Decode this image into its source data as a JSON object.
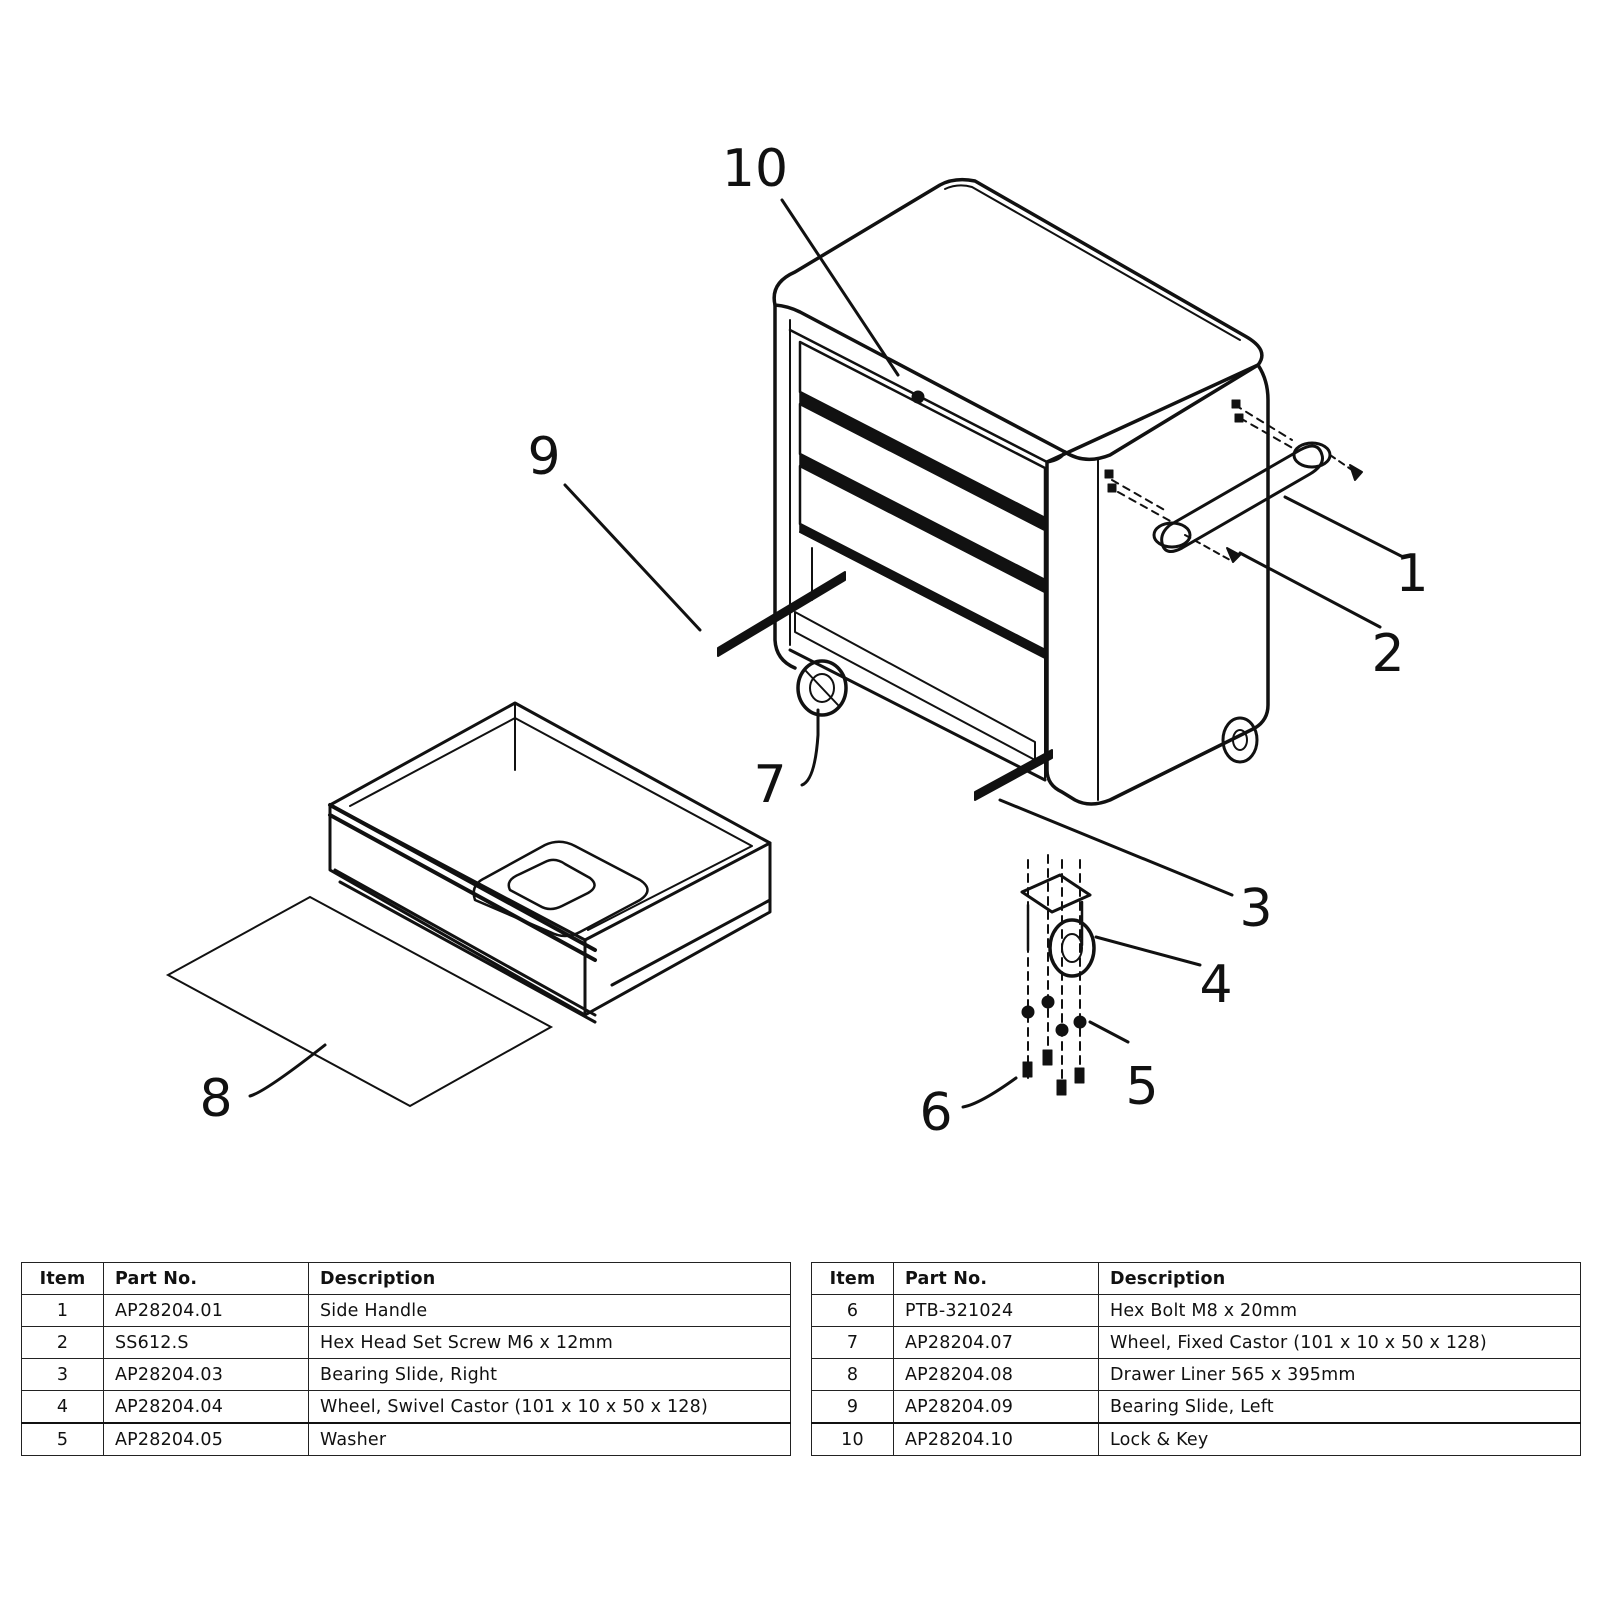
{
  "callouts": [
    "1",
    "2",
    "3",
    "4",
    "5",
    "6",
    "7",
    "8",
    "9",
    "10"
  ],
  "tables": {
    "headers": {
      "item": "Item",
      "part_no": "Part No.",
      "description": "Description"
    },
    "left": [
      {
        "item": "1",
        "part_no": "AP28204.01",
        "description": "Side Handle"
      },
      {
        "item": "2",
        "part_no": "SS612.S",
        "description": "Hex Head Set Screw M6 x 12mm"
      },
      {
        "item": "3",
        "part_no": "AP28204.03",
        "description": "Bearing Slide, Right"
      },
      {
        "item": "4",
        "part_no": "AP28204.04",
        "description": "Wheel, Swivel Castor (101 x 10 x 50 x 128)"
      },
      {
        "item": "5",
        "part_no": "AP28204.05",
        "description": "Washer"
      }
    ],
    "right": [
      {
        "item": "6",
        "part_no": "PTB-321024",
        "description": "Hex Bolt M8 x 20mm"
      },
      {
        "item": "7",
        "part_no": "AP28204.07",
        "description": "Wheel, Fixed Castor (101 x 10 x 50 x 128)"
      },
      {
        "item": "8",
        "part_no": "AP28204.08",
        "description": "Drawer Liner 565 x 395mm"
      },
      {
        "item": "9",
        "part_no": "AP28204.09",
        "description": "Bearing Slide, Left"
      },
      {
        "item": "10",
        "part_no": "AP28204.10",
        "description": "Lock & Key"
      }
    ]
  }
}
